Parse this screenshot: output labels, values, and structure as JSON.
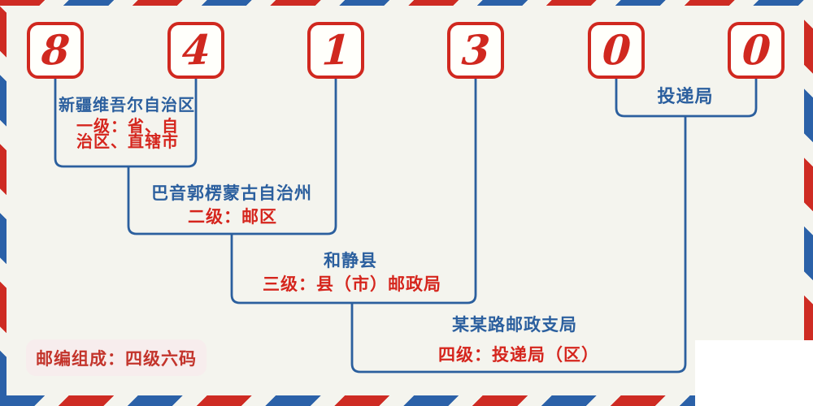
{
  "code": {
    "digits": [
      "8",
      "4",
      "1",
      "3",
      "0",
      "0"
    ]
  },
  "levels": [
    {
      "region": "新疆维吾尔自治区",
      "desc": "一级：省、自\n治区、直辖市"
    },
    {
      "region": "巴音郭楞蒙古自治州",
      "desc": "二级：邮区"
    },
    {
      "region": "和静县",
      "desc": "三级：县（市）邮政局"
    },
    {
      "region": "某某路邮政支局",
      "desc": "四级：投递局（区）"
    }
  ],
  "delivery_office": {
    "label": "投递局"
  },
  "badge": {
    "text": "邮编组成：四级六码"
  },
  "colors": {
    "red": "#d0281f",
    "blue": "#2b5f9e",
    "stripe_red": "#ce2b23",
    "stripe_blue": "#2b61a8",
    "badge_bg": "#f7eded",
    "background": "#f4f4ee"
  }
}
